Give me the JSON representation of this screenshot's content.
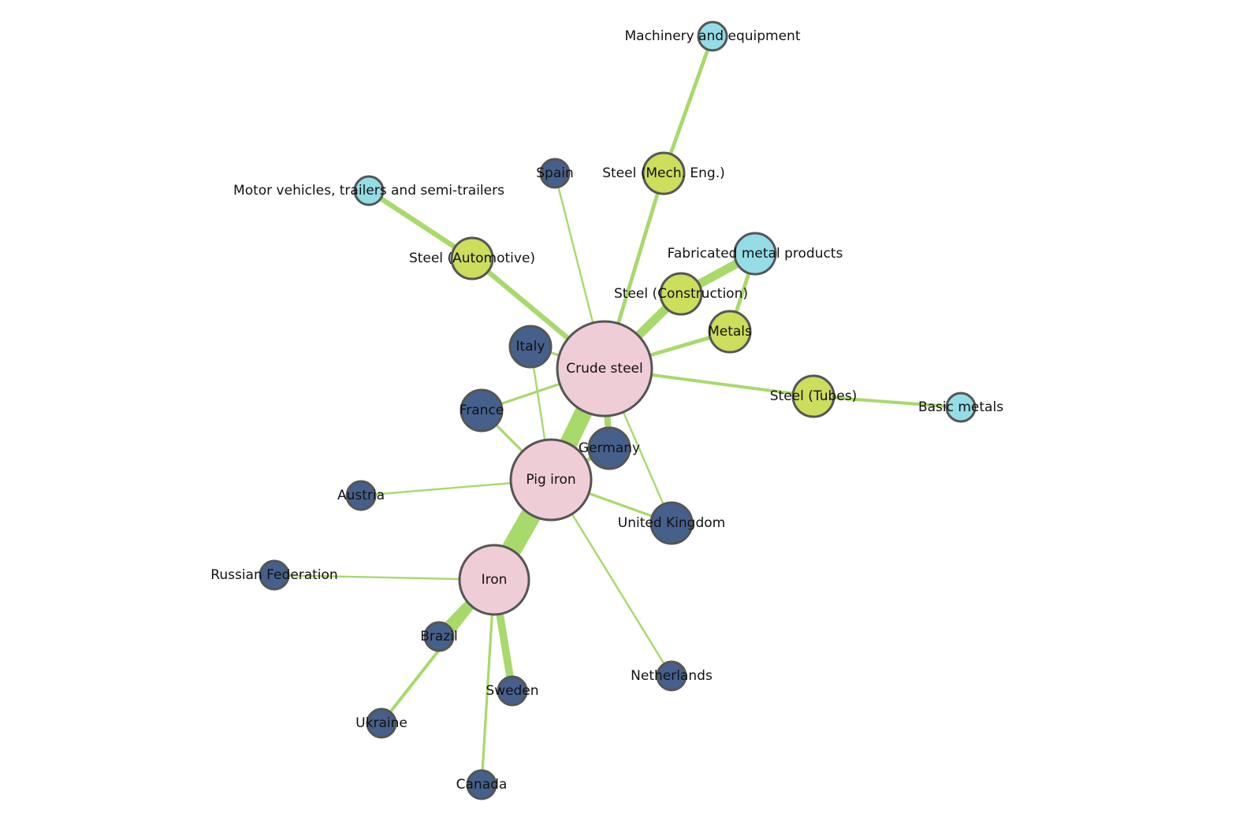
{
  "diagram": {
    "type": "network-graph",
    "colors": {
      "material": "#efcdd7",
      "country": "#46608c",
      "steel_product": "#cddd5c",
      "sector": "#94dde6",
      "edge": "#a8d96b",
      "node_outline": "#555555"
    },
    "nodes": [
      {
        "id": "machinery",
        "label": "Machinery and equipment",
        "group": "sector"
      },
      {
        "id": "steel_mech",
        "label": "Steel (Mech. Eng.)",
        "group": "steel_product"
      },
      {
        "id": "spain",
        "label": "Spain",
        "group": "country"
      },
      {
        "id": "motor",
        "label": "Motor vehicles, trailers and semi-trailers",
        "group": "sector"
      },
      {
        "id": "steel_auto",
        "label": "Steel (Automotive)",
        "group": "steel_product"
      },
      {
        "id": "fabricated",
        "label": "Fabricated metal products",
        "group": "sector"
      },
      {
        "id": "steel_cons",
        "label": "Steel (Construction)",
        "group": "steel_product"
      },
      {
        "id": "metals",
        "label": "Metals",
        "group": "steel_product"
      },
      {
        "id": "italy",
        "label": "Italy",
        "group": "country"
      },
      {
        "id": "crude_steel",
        "label": "Crude steel",
        "group": "material"
      },
      {
        "id": "france",
        "label": "France",
        "group": "country"
      },
      {
        "id": "steel_tubes",
        "label": "Steel (Tubes)",
        "group": "steel_product"
      },
      {
        "id": "basic_metals",
        "label": "Basic metals",
        "group": "sector"
      },
      {
        "id": "germany",
        "label": "Germany",
        "group": "country"
      },
      {
        "id": "pig_iron",
        "label": "Pig iron",
        "group": "material"
      },
      {
        "id": "austria",
        "label": "Austria",
        "group": "country"
      },
      {
        "id": "uk",
        "label": "United Kingdom",
        "group": "country"
      },
      {
        "id": "russia",
        "label": "Russian Federation",
        "group": "country"
      },
      {
        "id": "iron",
        "label": "Iron",
        "group": "material"
      },
      {
        "id": "brazil",
        "label": "Brazil",
        "group": "country"
      },
      {
        "id": "netherlands",
        "label": "Netherlands",
        "group": "country"
      },
      {
        "id": "sweden",
        "label": "Sweden",
        "group": "country"
      },
      {
        "id": "ukraine",
        "label": "Ukraine",
        "group": "country"
      },
      {
        "id": "canada",
        "label": "Canada",
        "group": "country"
      }
    ],
    "edges": [
      {
        "source": "steel_mech",
        "target": "machinery",
        "weight": 3
      },
      {
        "source": "crude_steel",
        "target": "steel_mech",
        "weight": 3
      },
      {
        "source": "crude_steel",
        "target": "spain",
        "weight": 1.5
      },
      {
        "source": "steel_auto",
        "target": "motor",
        "weight": 4
      },
      {
        "source": "crude_steel",
        "target": "steel_auto",
        "weight": 4
      },
      {
        "source": "steel_cons",
        "target": "fabricated",
        "weight": 7
      },
      {
        "source": "crude_steel",
        "target": "steel_cons",
        "weight": 7
      },
      {
        "source": "metals",
        "target": "fabricated",
        "weight": 3
      },
      {
        "source": "crude_steel",
        "target": "metals",
        "weight": 3
      },
      {
        "source": "crude_steel",
        "target": "italy",
        "weight": 2
      },
      {
        "source": "crude_steel",
        "target": "france",
        "weight": 2
      },
      {
        "source": "crude_steel",
        "target": "steel_tubes",
        "weight": 2.5
      },
      {
        "source": "steel_tubes",
        "target": "basic_metals",
        "weight": 2.5
      },
      {
        "source": "crude_steel",
        "target": "germany",
        "weight": 5
      },
      {
        "source": "crude_steel",
        "target": "uk",
        "weight": 1.5
      },
      {
        "source": "pig_iron",
        "target": "crude_steel",
        "weight": 14
      },
      {
        "source": "pig_iron",
        "target": "italy",
        "weight": 1.5
      },
      {
        "source": "pig_iron",
        "target": "france",
        "weight": 2
      },
      {
        "source": "pig_iron",
        "target": "germany",
        "weight": 3
      },
      {
        "source": "pig_iron",
        "target": "austria",
        "weight": 1.5
      },
      {
        "source": "pig_iron",
        "target": "uk",
        "weight": 2
      },
      {
        "source": "pig_iron",
        "target": "netherlands",
        "weight": 1.5
      },
      {
        "source": "iron",
        "target": "pig_iron",
        "weight": 16
      },
      {
        "source": "iron",
        "target": "russia",
        "weight": 1.5
      },
      {
        "source": "iron",
        "target": "brazil",
        "weight": 9
      },
      {
        "source": "iron",
        "target": "ukraine",
        "weight": 2.5
      },
      {
        "source": "iron",
        "target": "sweden",
        "weight": 6
      },
      {
        "source": "iron",
        "target": "canada",
        "weight": 2
      }
    ]
  }
}
